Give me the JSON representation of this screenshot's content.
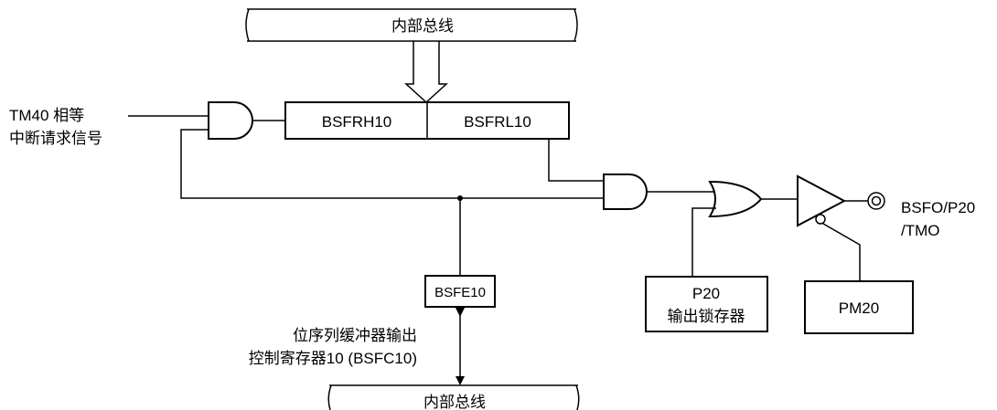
{
  "bus_top": {
    "label": "内部总线"
  },
  "bus_bottom": {
    "label": "内部总线"
  },
  "registers": {
    "bsfrh": "BSFRH10",
    "bsfrl": "BSFRL10",
    "bsfe": "BSFE10",
    "pm": "PM20",
    "p20_latch": {
      "line1": "P20",
      "line2": "输出锁存器"
    }
  },
  "signals": {
    "tm40_line1": "TM40 相等",
    "tm40_line2": "中断请求信号",
    "output_line1": "BSFO/P20",
    "output_line2": "/TMO",
    "control_line1": "位序列缓冲器输出",
    "control_line2": "控制寄存器10 (BSFC10)"
  }
}
